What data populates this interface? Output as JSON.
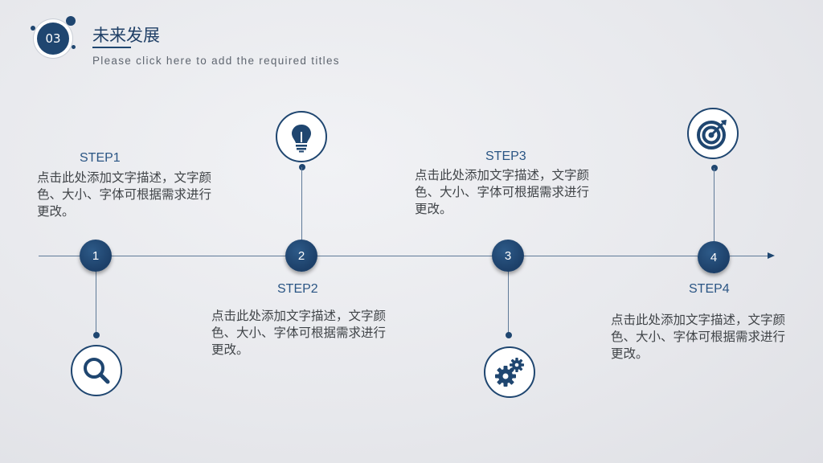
{
  "header": {
    "badge_number": "03",
    "title": "未来发展",
    "subtitle": "Please click here to add the required titles"
  },
  "colors": {
    "accent": "#1f4670",
    "text": "#404448",
    "step_label": "#2a5584"
  },
  "steps": [
    {
      "number": "1",
      "label": "STEP1",
      "text": "点击此处添加文字描述，文字颜色、大小、字体可根据需求进行更改。",
      "icon": "magnifier-icon"
    },
    {
      "number": "2",
      "label": "STEP2",
      "text": "点击此处添加文字描述，文字颜色、大小、字体可根据需求进行更改。",
      "icon": "lightbulb-icon"
    },
    {
      "number": "3",
      "label": "STEP3",
      "text": "点击此处添加文字描述，文字颜色、大小、字体可根据需求进行更改。",
      "icon": "gears-icon"
    },
    {
      "number": "4",
      "label": "STEP4",
      "text": "点击此处添加文字描述，文字颜色、大小、字体可根据需求进行更改。",
      "icon": "target-icon"
    }
  ]
}
